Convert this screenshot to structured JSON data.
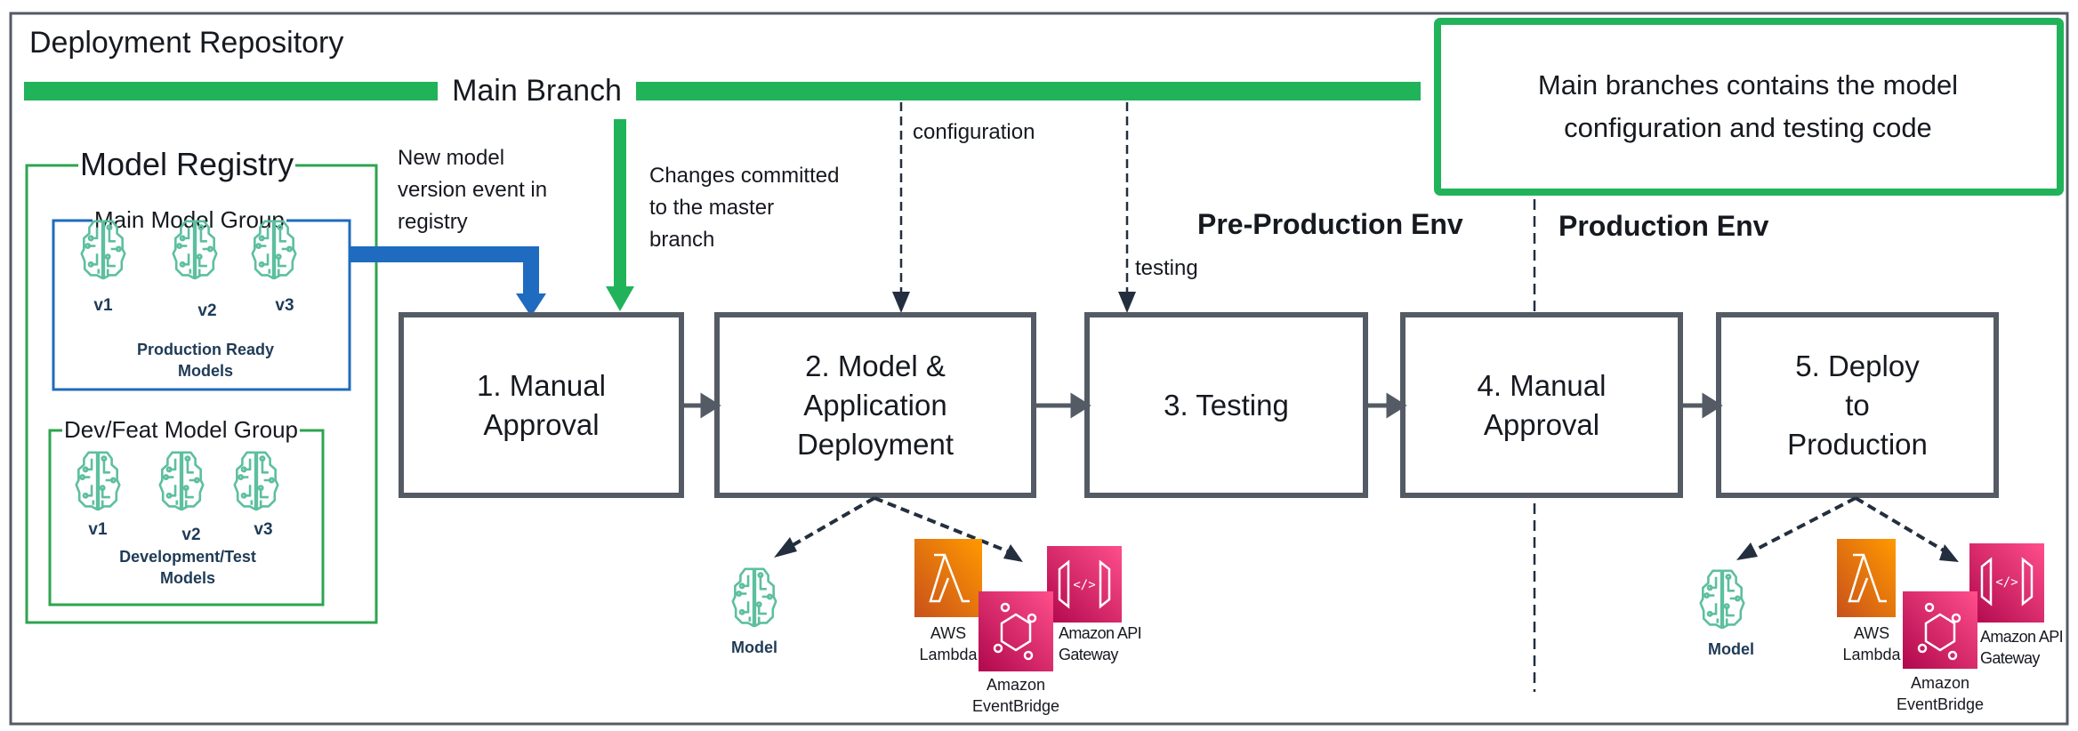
{
  "title": "Deployment Repository",
  "main_branch": "Main Branch",
  "note": "Main branches contains the model\nconfiguration and testing code",
  "labels": {
    "new_model_event": "New model\nversion event in\nregistry",
    "changes_committed": "Changes committed\nto the master\nbranch",
    "configuration": "configuration",
    "testing": "testing"
  },
  "environments": {
    "pre_production": "Pre-Production Env",
    "production": "Production Env"
  },
  "model_registry": {
    "title": "Model Registry",
    "main_group": {
      "title": "Main Model Group",
      "versions": [
        "v1",
        "v2",
        "v3"
      ],
      "caption": "Production Ready\nModels"
    },
    "dev_group": {
      "title": "Dev/Feat Model Group",
      "versions": [
        "v1",
        "v2",
        "v3"
      ],
      "caption": "Development/Test\nModels"
    }
  },
  "steps": [
    {
      "label": "1. Manual\nApproval"
    },
    {
      "label": "2. Model &\nApplication\nDeployment"
    },
    {
      "label": "3. Testing"
    },
    {
      "label": "4. Manual\nApproval"
    },
    {
      "label": "5. Deploy\nto\nProduction"
    }
  ],
  "resources": {
    "model": "Model",
    "lambda": "AWS\nLambda",
    "api_gateway": "Amazon API\nGateway",
    "eventbridge": "Amazon\nEventBridge"
  },
  "icons": {
    "model": "brain-circuit-icon",
    "lambda": "aws-lambda-icon",
    "api_gateway": "api-gateway-icon",
    "eventbridge": "eventbridge-icon"
  },
  "colors": {
    "branch_green": "#21b35a",
    "registry_blue": "#1f6bbf",
    "box_gray": "#545b64",
    "model_teal": "#5dbf9f",
    "lambda_orange": "#ed7b1c",
    "pink": "#e7157b"
  }
}
